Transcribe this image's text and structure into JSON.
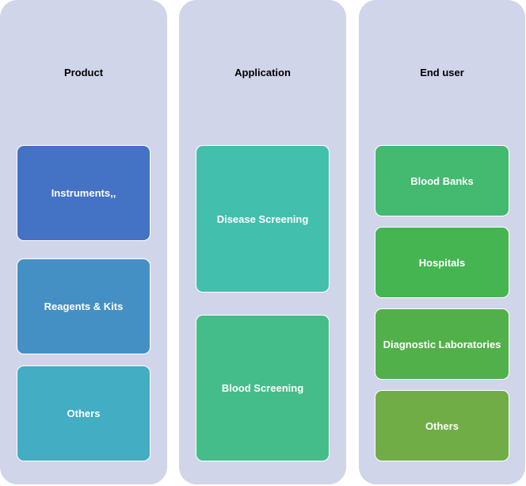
{
  "columns": [
    {
      "title": "Product",
      "items": [
        {
          "label": "Instruments,,",
          "color": "#4472c4"
        },
        {
          "label": "Reagents & Kits",
          "color": "#4490c4"
        },
        {
          "label": "Others",
          "color": "#42adc3"
        }
      ]
    },
    {
      "title": "Application",
      "items": [
        {
          "label": "Disease Screening",
          "color": "#43bfae"
        },
        {
          "label": "Blood Screening",
          "color": "#44bd8b"
        }
      ]
    },
    {
      "title": "End user",
      "items": [
        {
          "label": "Blood Banks",
          "color": "#44b970"
        },
        {
          "label": "Hospitals",
          "color": "#45b552"
        },
        {
          "label": "Diagnostic Laboratories",
          "color": "#52b04a"
        },
        {
          "label": "Others",
          "color": "#70ad47"
        }
      ]
    }
  ]
}
